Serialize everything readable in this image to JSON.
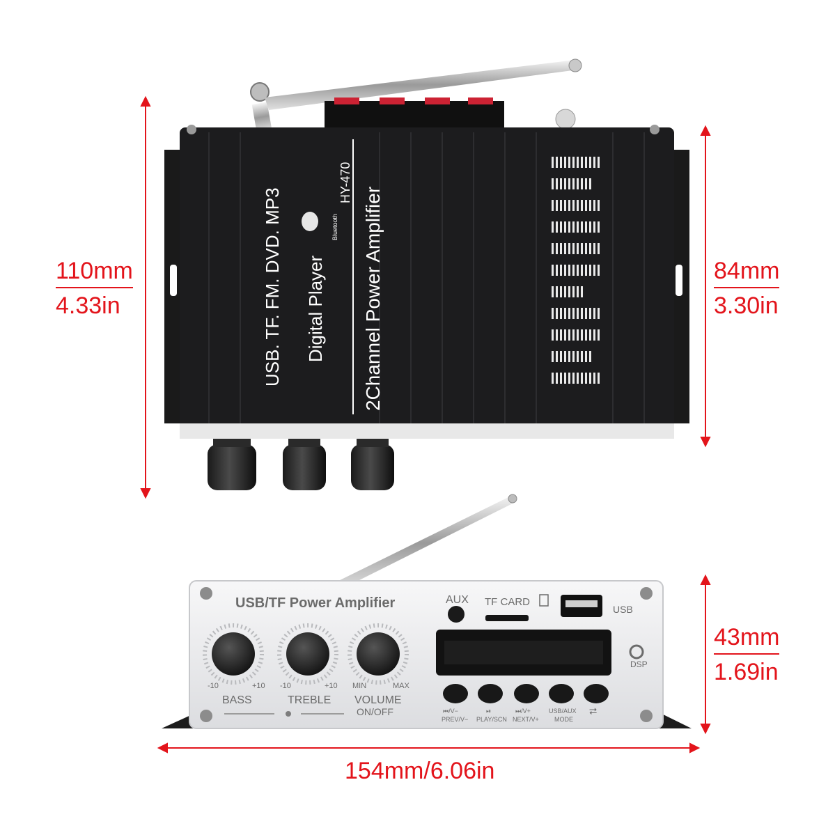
{
  "dimensions": {
    "length": {
      "mm": "110mm",
      "in": "4.33in"
    },
    "width": {
      "mm": "84mm",
      "in": "3.30in"
    },
    "height": {
      "mm": "43mm",
      "in": "1.69in"
    },
    "front_width": "154mm/6.06in"
  },
  "top_view": {
    "formats": "USB. TF. FM. DVD. MP3",
    "digital_player": "Digital   Player",
    "bluetooth": "Bluetooth",
    "model": "HY-470",
    "title": "2Channel Power Amplifier"
  },
  "front_panel": {
    "title": "USB/TF Power Amplifier",
    "aux": "AUX",
    "tf_card": "TF CARD",
    "usb": "USB",
    "dsp": "DSP",
    "knobs": [
      {
        "label": "BASS",
        "min": "-10",
        "max": "+10"
      },
      {
        "label": "TREBLE",
        "min": "-10",
        "max": "+10"
      },
      {
        "label": "VOLUME",
        "sub": "ON/OFF",
        "min": "MIN",
        "max": "MAX"
      }
    ],
    "buttons": [
      {
        "icon": "⏮/V−",
        "label": "PREV/V−"
      },
      {
        "icon": "⏯",
        "label": "PLAY/SCN"
      },
      {
        "icon": "⏭/V+",
        "label": "NEXT/V+"
      },
      {
        "icon": "USB/AUX",
        "label": "MODE"
      },
      {
        "icon": "⮂",
        "label": ""
      }
    ]
  },
  "colors": {
    "dimension": "#e3141b",
    "chassis_black": "#1c1c1e",
    "panel_silver": "#ecedef"
  }
}
